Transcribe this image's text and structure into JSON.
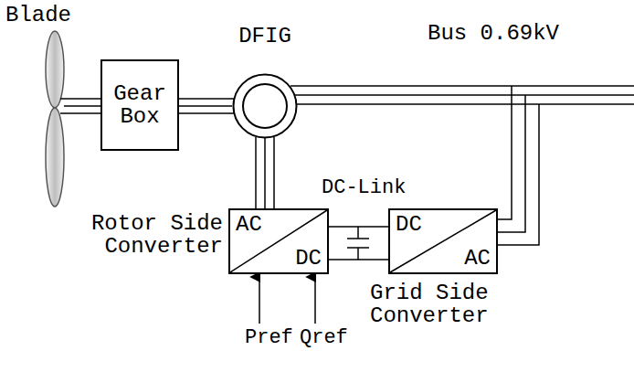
{
  "diagram": {
    "nodes": [
      {
        "text": [
          "Gear Box"
        ]
      },
      {
        "text": [
          "DFIG"
        ]
      },
      {
        "text": [
          "Rotor Side Converter",
          "AC",
          "DC"
        ]
      },
      {
        "text": [
          "DC",
          "AC",
          "Grid Side Converter"
        ]
      }
    ],
    "edges": [
      {
        "from": 0,
        "to": 1,
        "arrow": "none"
      },
      {
        "from": 1,
        "to": 2,
        "arrow": "none"
      },
      {
        "from": 2,
        "to": 3,
        "arrow": "none"
      }
    ],
    "labels": [
      "Blade",
      "Bus 0.69kV",
      "DC-Link",
      "Pref",
      "Qref"
    ]
  }
}
